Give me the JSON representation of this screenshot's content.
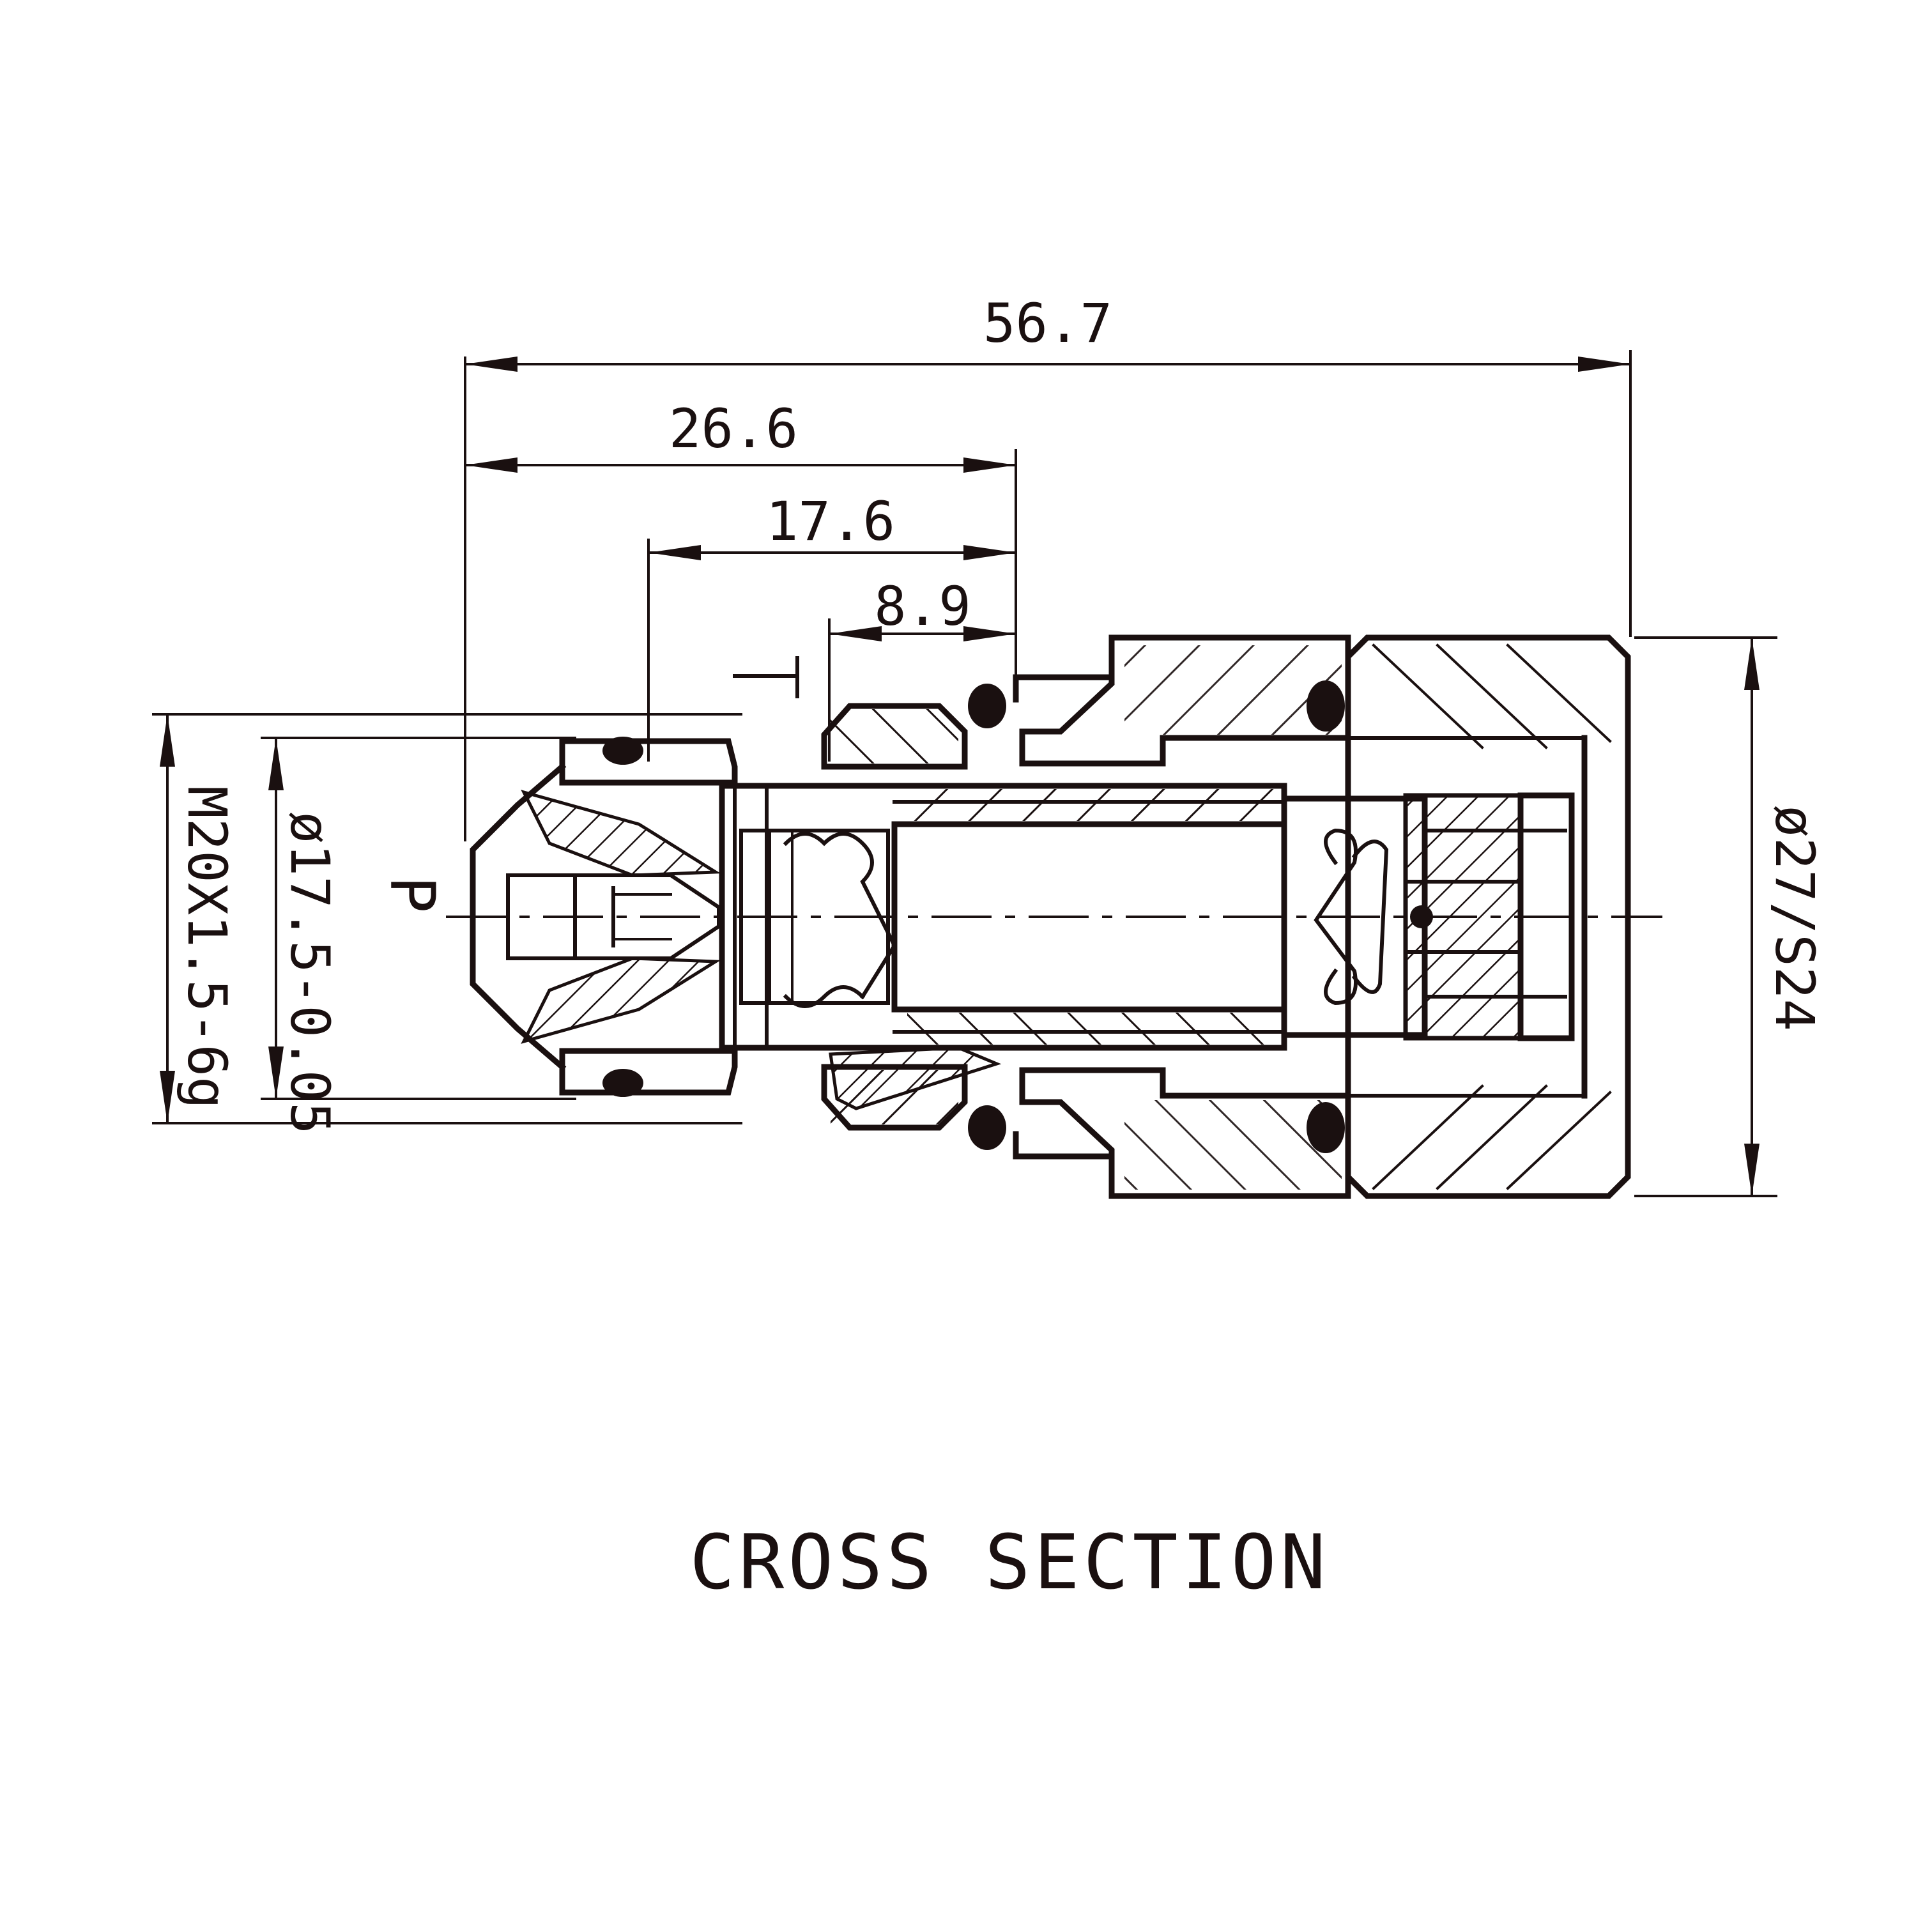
{
  "dimensions": {
    "overall_length": "56.7",
    "length_26_6": "26.6",
    "length_17_6": "17.6",
    "length_8_9": "8.9",
    "thread": "M20X1.5-6g",
    "pilot_diameter": "ø17.5-0.05",
    "hex_size": "ø27/S24"
  },
  "ports": {
    "pressure": "P",
    "tank": "T"
  },
  "caption": "CROSS SECTION"
}
